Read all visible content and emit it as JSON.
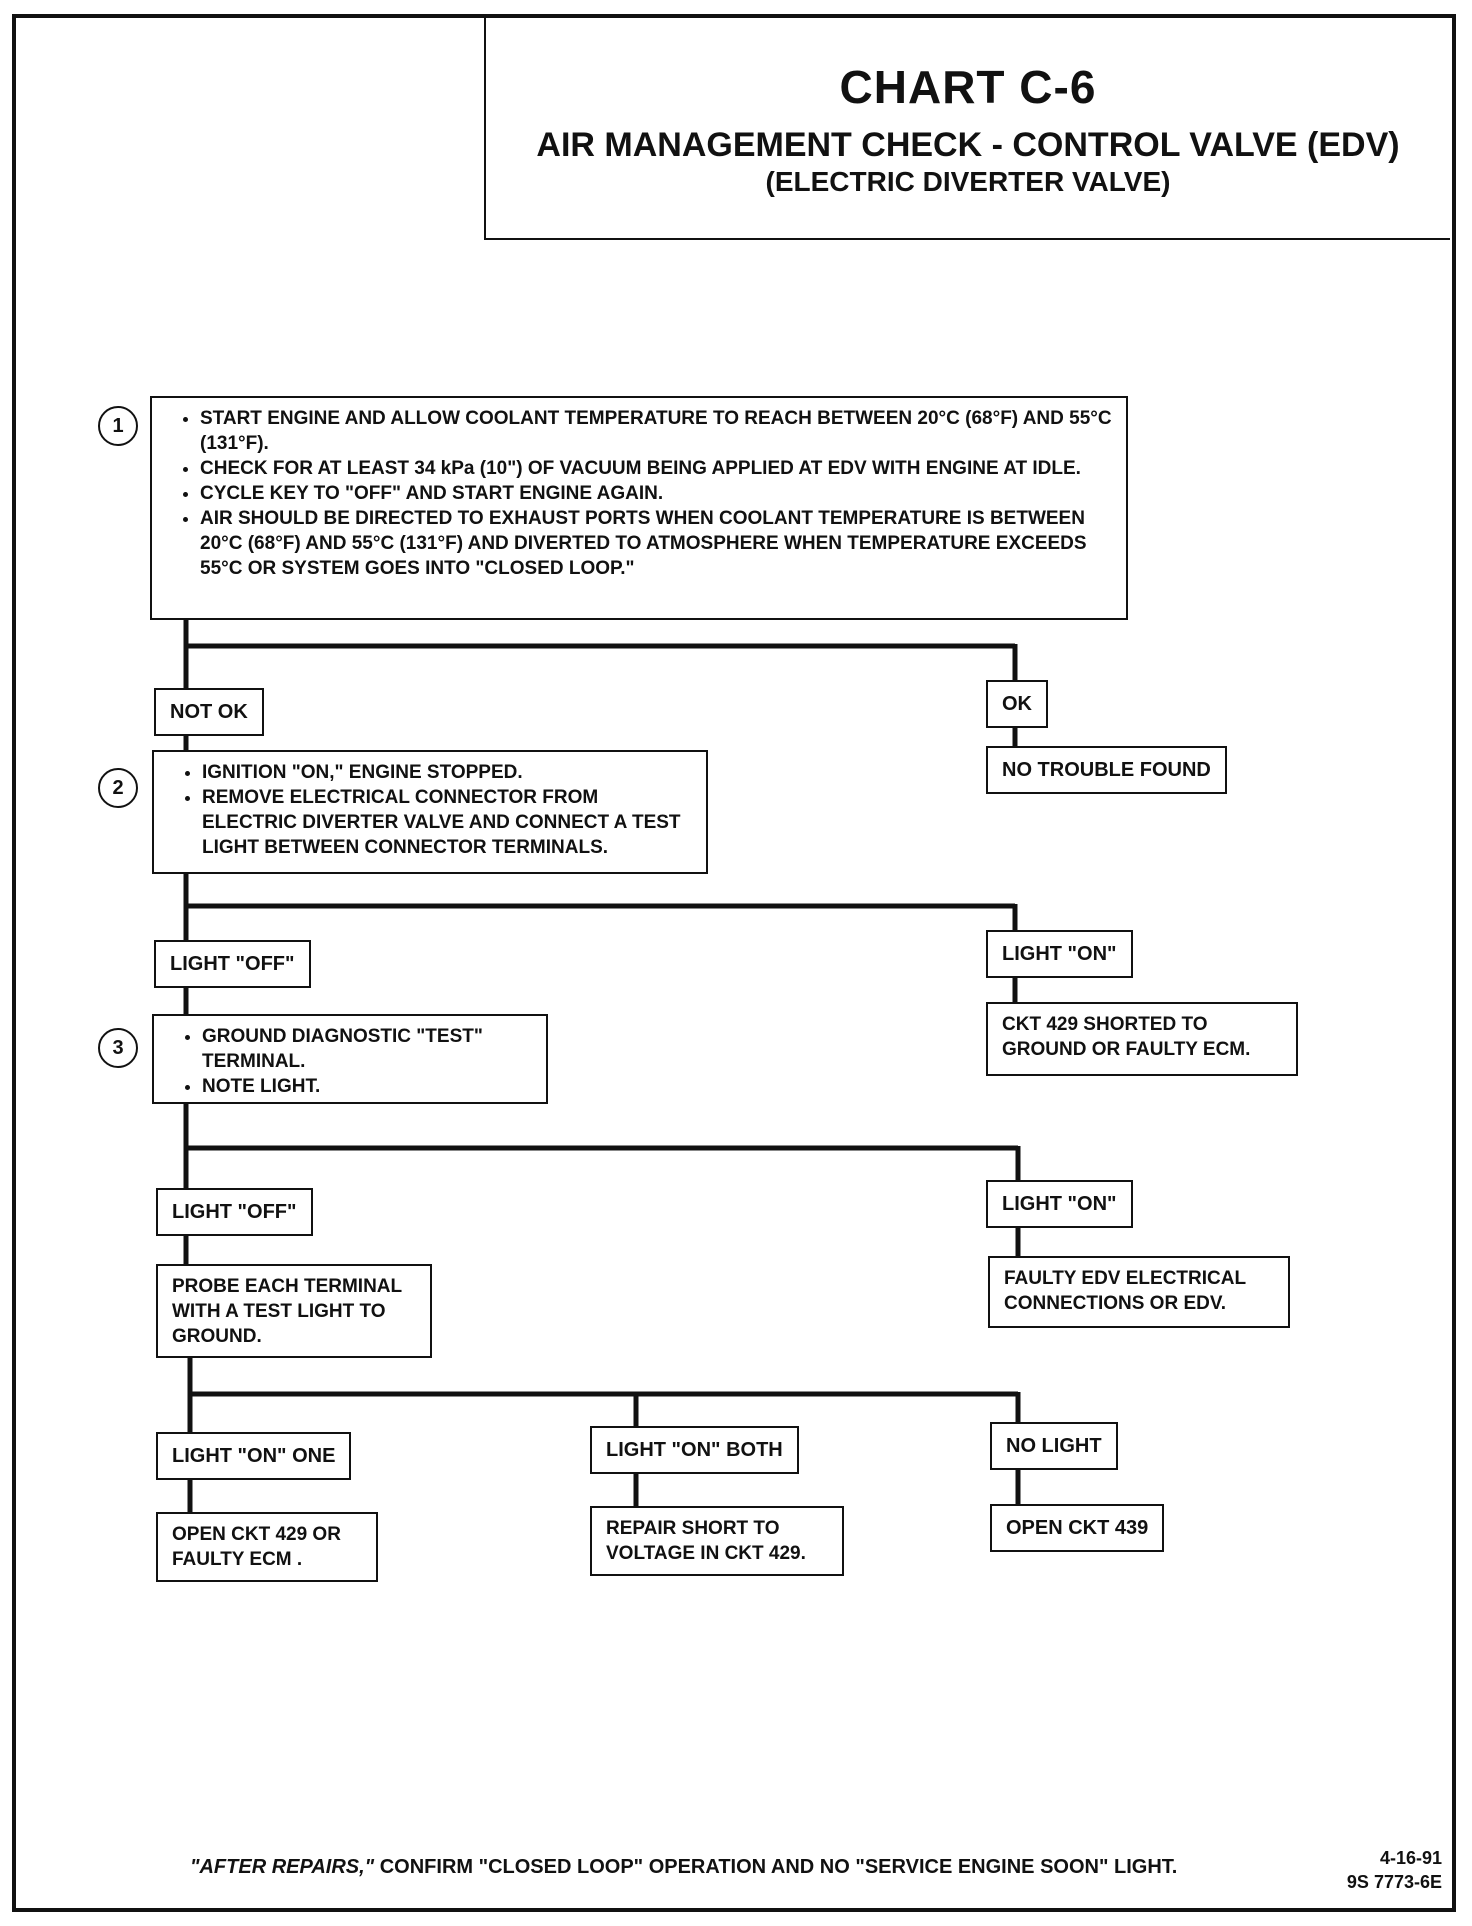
{
  "header": {
    "title": "CHART C-6",
    "subtitle": "AIR MANAGEMENT CHECK - CONTROL VALVE (EDV)",
    "subtitle2": "(ELECTRIC DIVERTER VALVE)"
  },
  "steps": [
    {
      "number": "1",
      "bullets": [
        "START ENGINE AND ALLOW COOLANT TEMPERATURE TO REACH BETWEEN 20°C (68°F) AND 55°C (131°F).",
        "CHECK FOR AT LEAST 34 kPa (10\") OF VACUUM BEING APPLIED AT EDV WITH ENGINE AT IDLE.",
        "CYCLE KEY TO \"OFF\" AND START ENGINE AGAIN.",
        "AIR SHOULD BE DIRECTED TO EXHAUST PORTS WHEN COOLANT TEMPERATURE IS BETWEEN 20°C (68°F) AND 55°C (131°F) AND DIVERTED TO ATMOSPHERE WHEN TEMPERATURE EXCEEDS 55°C OR SYSTEM GOES INTO \"CLOSED LOOP.\""
      ]
    },
    {
      "number": "2",
      "bullets": [
        "IGNITION \"ON,\" ENGINE STOPPED.",
        "REMOVE ELECTRICAL CONNECTOR FROM ELECTRIC DIVERTER VALVE AND CONNECT A TEST LIGHT BETWEEN CONNECTOR TERMINALS."
      ]
    },
    {
      "number": "3",
      "bullets": [
        "GROUND DIAGNOSTIC \"TEST\" TERMINAL.",
        "NOTE LIGHT."
      ]
    }
  ],
  "labels": {
    "not_ok": "NOT OK",
    "ok": "OK",
    "no_trouble": "NO TROUBLE FOUND",
    "light_off_1": "LIGHT \"OFF\"",
    "light_on_1": "LIGHT \"ON\"",
    "ckt429_shorted": "CKT 429 SHORTED TO\nGROUND OR FAULTY ECM.",
    "light_off_2": "LIGHT \"OFF\"",
    "light_on_2": "LIGHT \"ON\"",
    "faulty_edv": "FAULTY EDV ELECTRICAL\nCONNECTIONS OR EDV.",
    "probe": "PROBE EACH TERMINAL\nWITH A TEST LIGHT TO\nGROUND.",
    "light_on_one": "LIGHT  \"ON\" ONE",
    "light_on_both": "LIGHT  \"ON\" BOTH",
    "no_light": "NO LIGHT",
    "open_ckt429": "OPEN CKT 429 OR\nFAULTY ECM .",
    "repair_short": "REPAIR  SHORT TO\nVOLTAGE IN CKT 429.",
    "open_ckt439": "OPEN CKT 439"
  },
  "footer": {
    "note_em": "\"AFTER REPAIRS,\"",
    "note_rest": " CONFIRM \"CLOSED LOOP\" OPERATION AND NO \"SERVICE ENGINE SOON\" LIGHT.",
    "date": "4-16-91",
    "code": "9S 7773-6E"
  }
}
